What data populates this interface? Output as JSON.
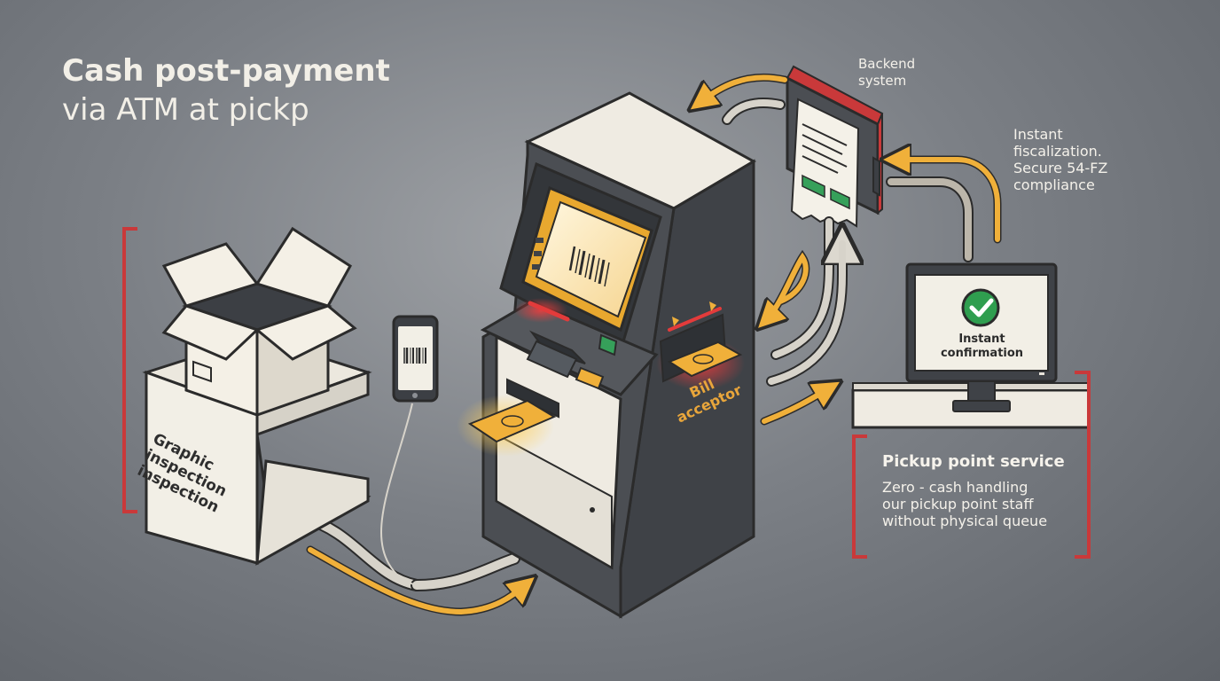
{
  "title": {
    "line1": "Cash post-payment",
    "line2": "via ATM at pickp"
  },
  "backend": {
    "label_line1": "Backend",
    "label_line2": "system"
  },
  "fiscal": {
    "line1": "Instant",
    "line2": "fiscalization.",
    "line3": "Secure 54-FZ",
    "line4": "compliance"
  },
  "box": {
    "line1": "Graphic",
    "line2": "inspection",
    "line3": "inspection"
  },
  "atm": {
    "line1": "Bill",
    "line2": "acceptor"
  },
  "monitor": {
    "line1": "Instant",
    "line2": "confirmation"
  },
  "service": {
    "title": "Pickup point service",
    "line1": "Zero - cash handling",
    "line2": "our pickup point staff",
    "line3": "without physical queue"
  },
  "colors": {
    "accent_orange": "#f0b03a",
    "bracket_red": "#c9393a",
    "check_green": "#2f9e4f",
    "ink": "#2b2b2b",
    "paper": "#f2efe6"
  }
}
